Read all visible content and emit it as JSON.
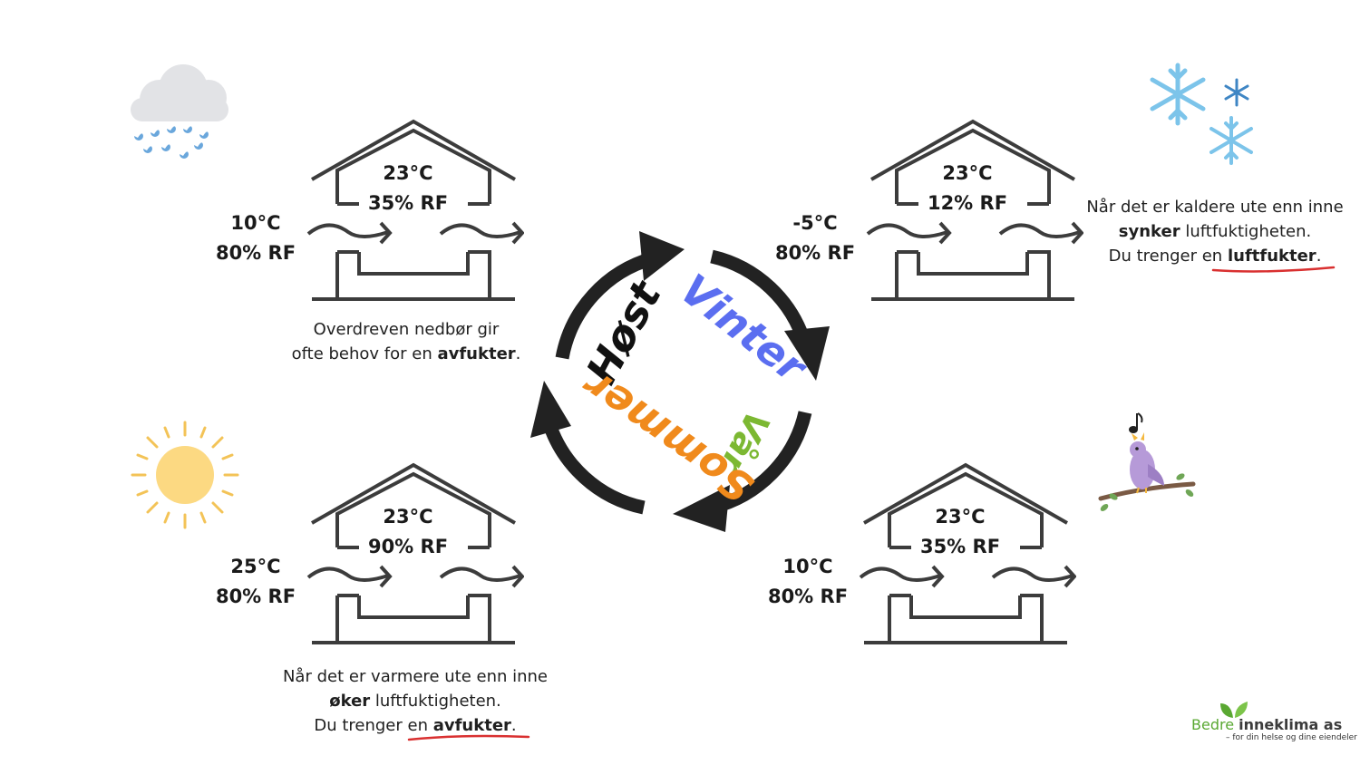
{
  "houses": {
    "host": {
      "inside_temp": "23°C",
      "inside_rh": "35% RF",
      "outside_temp": "10°C",
      "outside_rh": "80% RF"
    },
    "vinter": {
      "inside_temp": "23°C",
      "inside_rh": "12% RF",
      "outside_temp": "-5°C",
      "outside_rh": "80% RF"
    },
    "sommer": {
      "inside_temp": "23°C",
      "inside_rh": "90% RF",
      "outside_temp": "25°C",
      "outside_rh": "80% RF"
    },
    "var": {
      "inside_temp": "23°C",
      "inside_rh": "35% RF",
      "outside_temp": "10°C",
      "outside_rh": "80% RF"
    }
  },
  "captions": {
    "host": {
      "line1": "Overdreven nedbør gir",
      "line2_pre": "ofte behov for en ",
      "line2_bold": "avfukter",
      "line2_post": "."
    },
    "vinter": {
      "line1": "Når det er kaldere ute enn inne",
      "line2_bold": "synker",
      "line2_post": " luftfuktigheten.",
      "line3_pre": "Du trenger en ",
      "line3_bold": "luftfukter",
      "line3_post": "."
    },
    "sommer": {
      "line1": "Når det er varmere ute enn inne",
      "line2_bold": "øker",
      "line2_post": " luftfuktigheten.",
      "line3_pre": "Du trenger en ",
      "line3_bold": "avfukter",
      "line3_post": "."
    }
  },
  "seasons": {
    "host": "Høst",
    "vinter": "Vinter",
    "var": "Vår",
    "sommer": "Sommer"
  },
  "colors": {
    "house_stroke": "#3c3c3c",
    "cycle_arrow": "#222222",
    "vinter": "#5b6ef0",
    "var": "#7cb832",
    "sommer": "#f08a1c",
    "host": "#111111",
    "underline": "#d93030",
    "logo_green": "#5aa832"
  },
  "icons": {
    "autumn": "rain-cloud-icon",
    "winter": "snowflakes-icon",
    "summer": "sun-icon",
    "spring": "bird-icon"
  },
  "logo": {
    "name_light": "Bedre ",
    "name_bold": "inneklima as",
    "tagline": "– for din helse og dine eiendeler"
  }
}
